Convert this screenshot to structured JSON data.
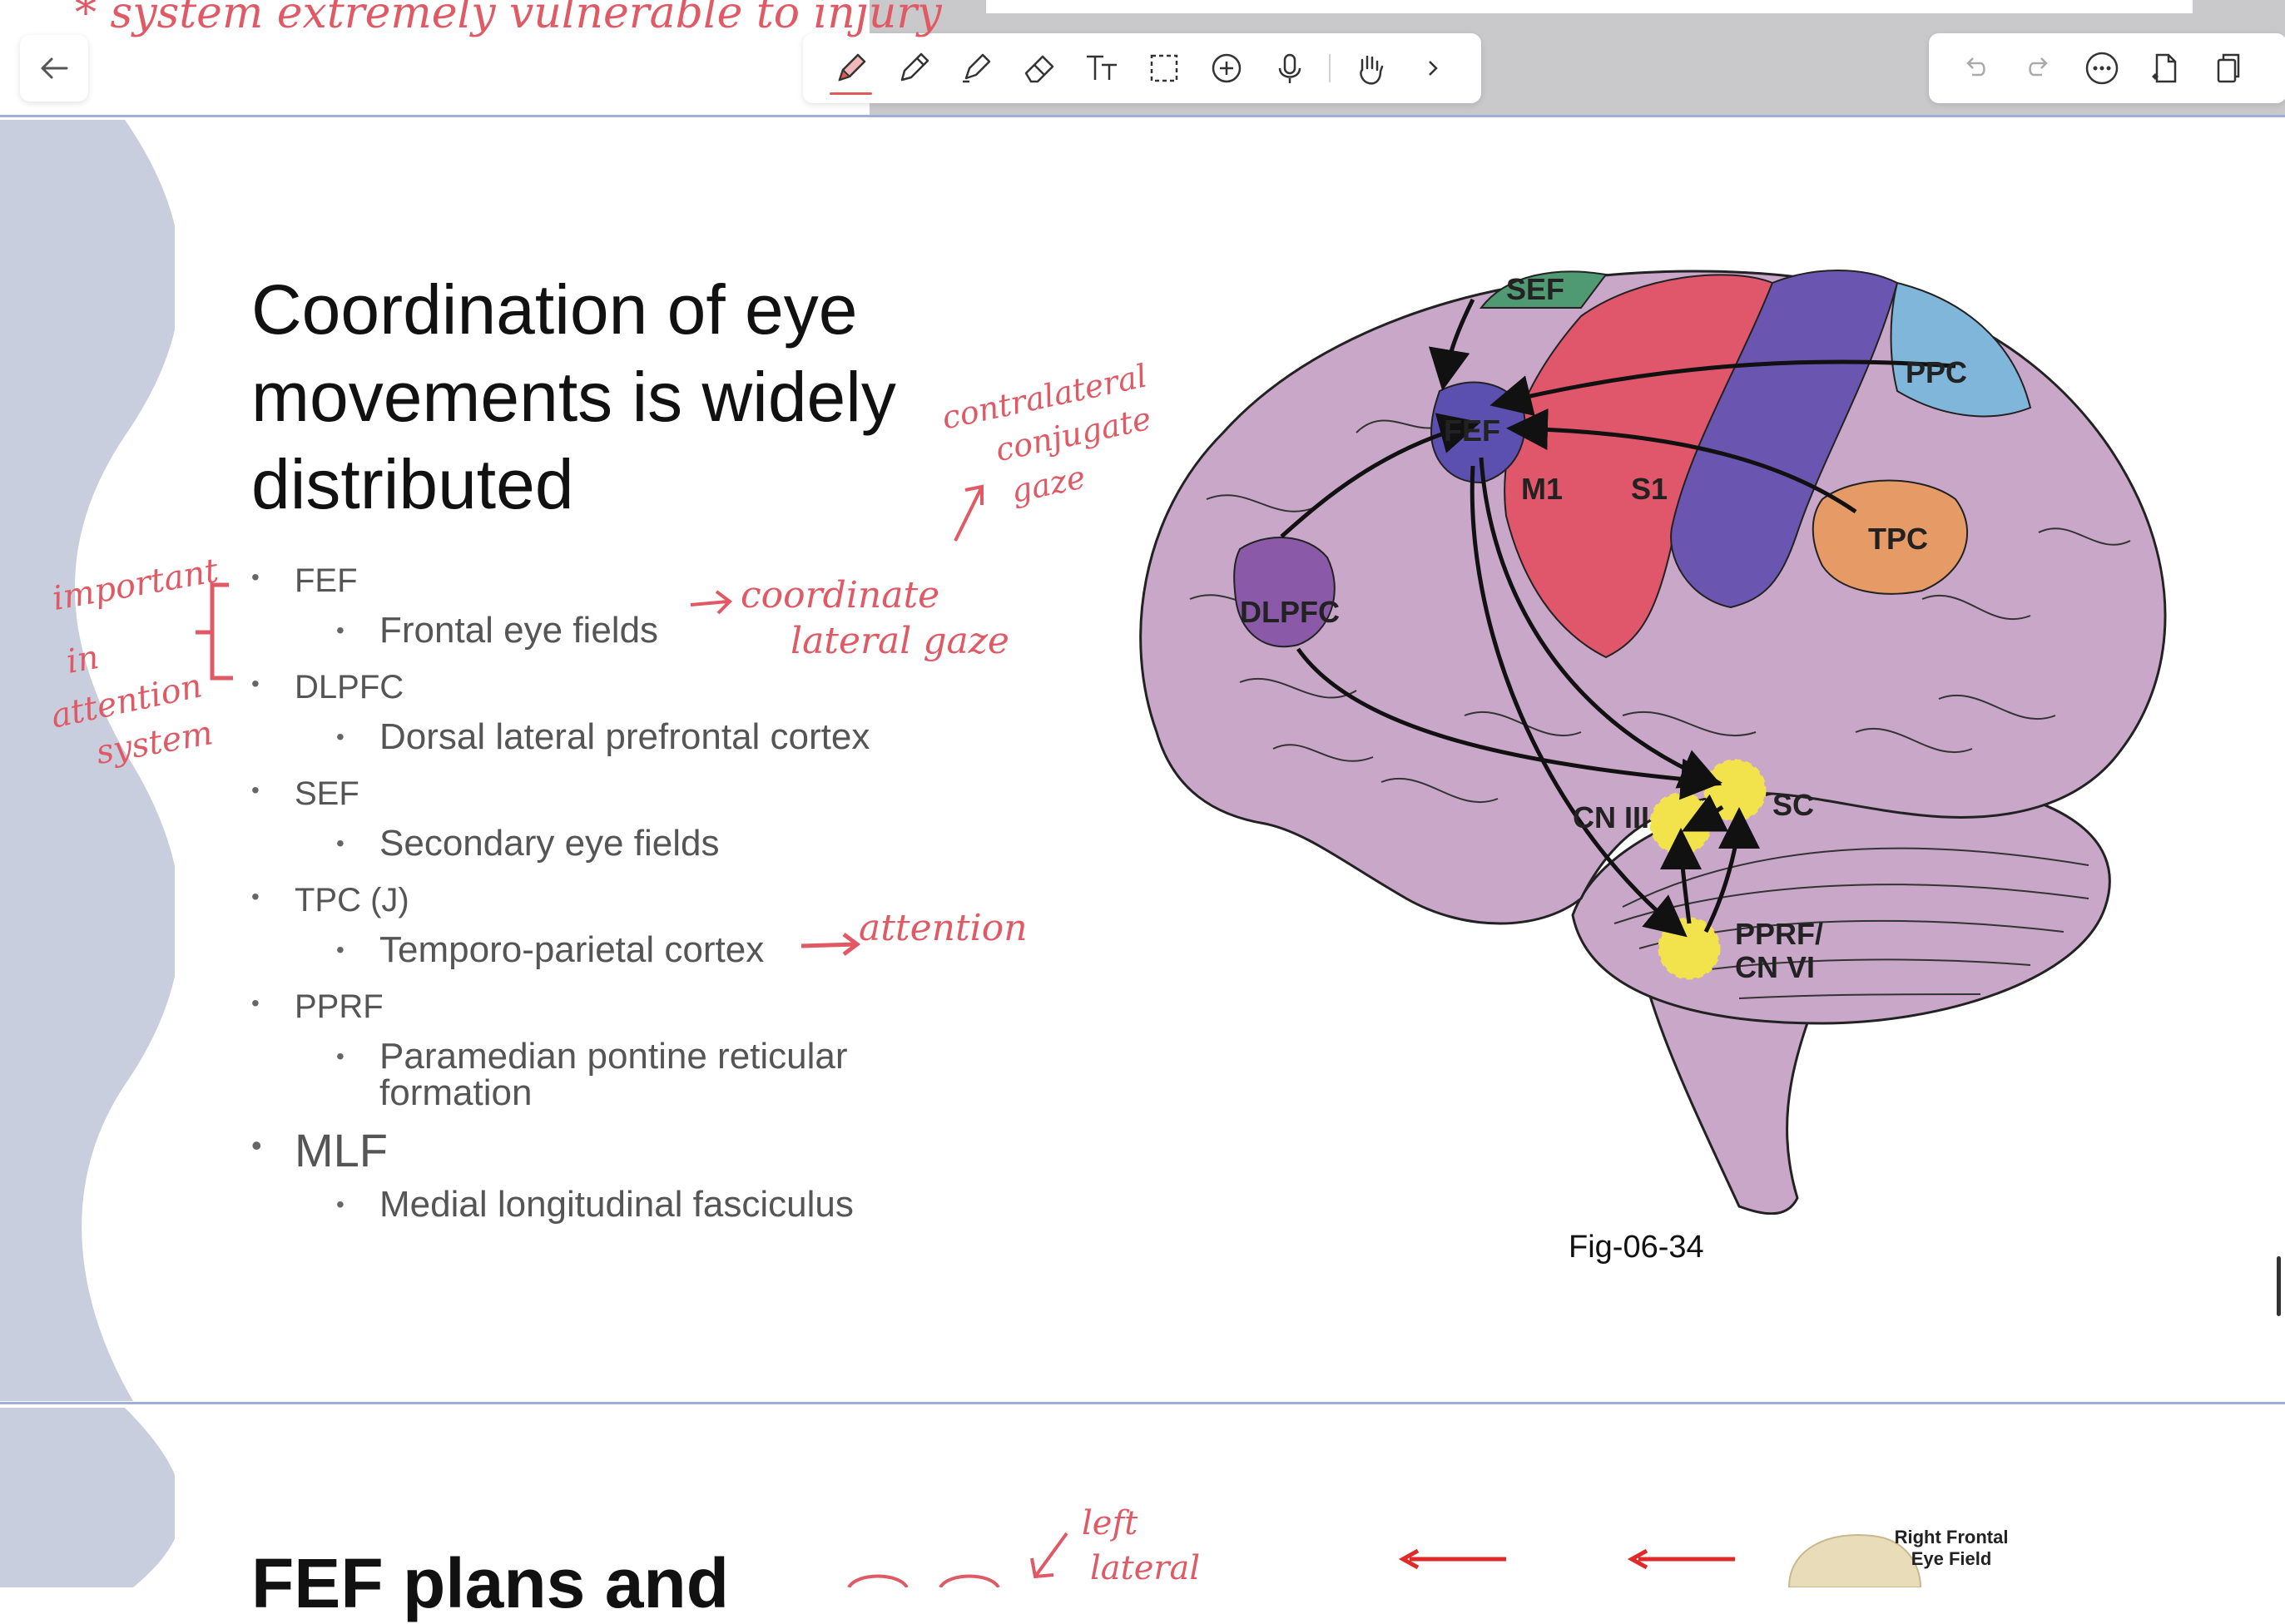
{
  "toolbar": {
    "back_icon": "arrow-left-icon",
    "tools": [
      "pen-icon",
      "pencil-icon",
      "highlighter-icon",
      "eraser-icon",
      "text-tool-icon",
      "lasso-select-icon",
      "add-icon",
      "microphone-icon",
      "hand-icon",
      "chevron-right-icon"
    ],
    "right_tools": [
      "undo-icon",
      "redo-icon",
      "more-icon",
      "new-page-icon",
      "pages-icon"
    ],
    "accent_color": "#e05a5a"
  },
  "handwritten": {
    "top_note": "* system extremely vulnerable to injury",
    "contralateral": "contralateral",
    "conjugate": "conjugate",
    "gaze": "gaze",
    "important": "important",
    "in": "in",
    "attention": "attention",
    "system": "system",
    "coordinate": "coordinate",
    "lateral_gaze": "lateral gaze",
    "attention_arrow": "attention",
    "left": "left",
    "lateral": "lateral"
  },
  "slide1": {
    "title": "Coordination of eye\nmovements is widely\ndistributed",
    "bullets": [
      {
        "abbr": "FEF",
        "full": "Frontal eye fields"
      },
      {
        "abbr": "DLPFC",
        "full": "Dorsal lateral prefrontal cortex"
      },
      {
        "abbr": "SEF",
        "full": "Secondary eye fields"
      },
      {
        "abbr": "TPC (J)",
        "full": "Temporo-parietal cortex"
      },
      {
        "abbr": "PPRF",
        "full": "Paramedian pontine reticular\nformation"
      },
      {
        "abbr": "MLF",
        "full": "Medial longitudinal fasciculus"
      }
    ],
    "figure_labels": {
      "sef": "SEF",
      "fef": "FEF",
      "ppc": "PPC",
      "m1": "M1",
      "s1": "S1",
      "tpc": "TPC",
      "dlpfc": "DLPFC",
      "cn3": "CN III",
      "sc": "SC",
      "pprf": "PPRF/",
      "cn6": "CN VI"
    },
    "caption": "Fig-06-34"
  },
  "slide2": {
    "title": "FEF plans and",
    "right_frontal": "Right Frontal\nEye Field"
  },
  "colors": {
    "brain": "#c9a7c9",
    "sef": "#4f9a72",
    "fef": "#5b4fb0",
    "m1": "#e0566a",
    "s1": "#6a55b0",
    "ppc": "#7fb6da",
    "tpc": "#e69b66",
    "dlpfc": "#8a5aa8",
    "nuclei": "#f2e34c",
    "ink": "#e05a66"
  }
}
